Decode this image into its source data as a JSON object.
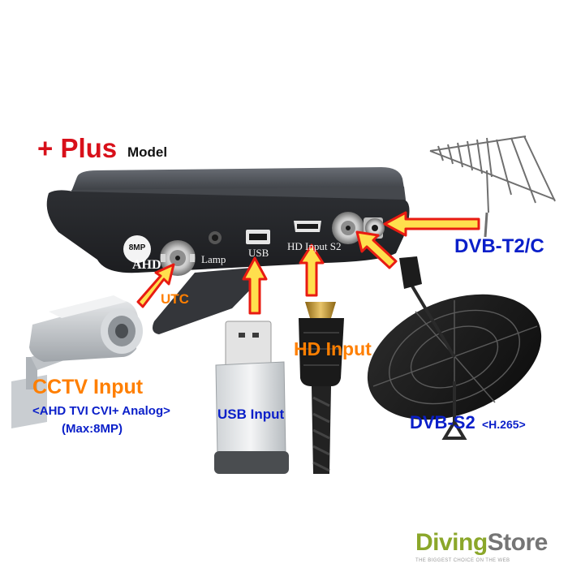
{
  "header": {
    "plus": "+ Plus",
    "model": "Model"
  },
  "device": {
    "badge": "8MP",
    "ahd": "AHD",
    "lamp": "Lamp",
    "usb": "USB",
    "hd_input": "HD Input  S2"
  },
  "labels": {
    "utc": "UTC",
    "cctv_input": "CCTV Input",
    "cctv_formats": "<AHD TVI CVI+ Analog>",
    "cctv_max": "(Max:8MP)",
    "usb_input": "USB Input",
    "hd_input": "HD Input",
    "dvb_t2c": "DVB-T2/C",
    "dvb_s2": "DVB-S2",
    "dvb_s2_codec": "<H.265>"
  },
  "brand": {
    "name_part1": "Diving",
    "name_part2": "Store",
    "tagline": "THE BIGGEST CHOICE ON THE WEB"
  },
  "colors": {
    "arrow": "#e81b12",
    "label_orange": "#ff7f00",
    "label_blue": "#0a1fc9",
    "title_red": "#d8101a",
    "brand_green": "#8ba72a"
  }
}
